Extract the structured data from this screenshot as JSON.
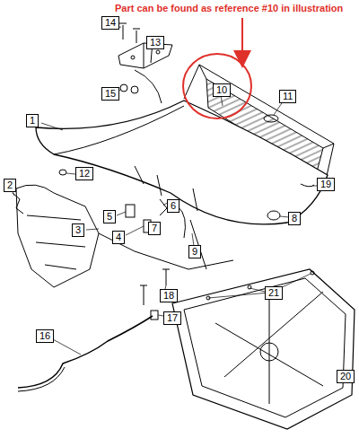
{
  "diagram": {
    "labels": [
      "Part can be found as reference #10 in illustration",
      "14",
      "13",
      "10",
      "11",
      "15",
      "1",
      "12",
      "2",
      "19",
      "5",
      "6",
      "3",
      "8",
      "4",
      "7",
      "9",
      "17",
      "18",
      "21",
      "16",
      "20"
    ]
  }
}
